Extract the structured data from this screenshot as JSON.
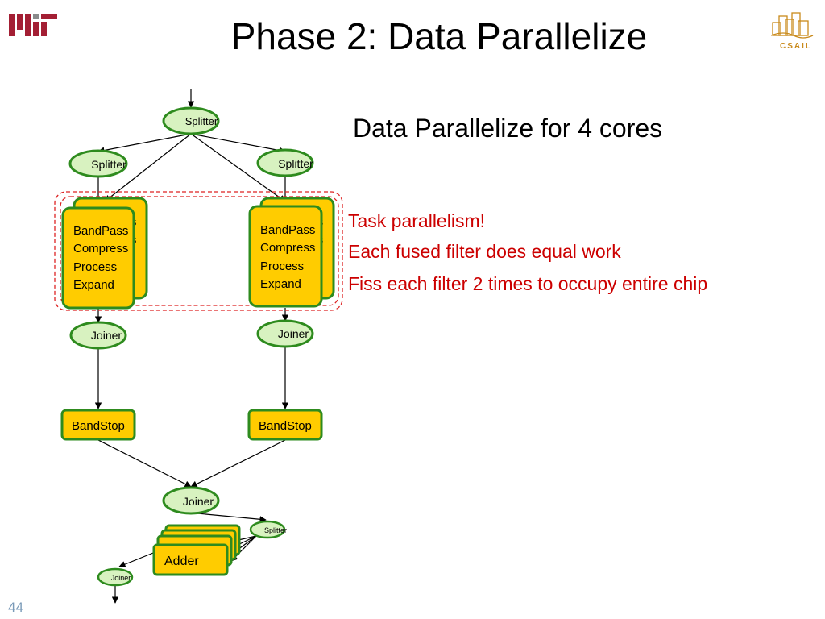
{
  "slide": {
    "title": "Phase 2: Data Parallelize",
    "subtitle": "Data Parallelize for 4 cores",
    "bullets": [
      "Task parallelism!",
      "Each fused filter does equal work",
      "Fiss each filter 2 times to occupy entire chip"
    ],
    "page_number": "44"
  },
  "logos": {
    "mit_icon": "mit-logo-icon",
    "csail_label": "CSAIL"
  },
  "diagram": {
    "top_splitter": "Splitter",
    "left_splitter": "Splitter",
    "right_splitter": "Splitter",
    "filter_lines": [
      "BandPass",
      "Compress",
      "Process",
      "Expand"
    ],
    "left_joiner": "Joiner",
    "right_joiner": "Joiner",
    "left_bandstop": "BandStop",
    "right_bandstop": "BandStop",
    "bottom_joiner": "Joiner",
    "small_splitter": "Splitter",
    "adder": "Adder",
    "small_joiner": "Joiner"
  },
  "colors": {
    "filter_fill": "#ffcc00",
    "filter_border": "#2e8b1e",
    "node_fill": "#d8f2c0",
    "node_border": "#2e8b1e",
    "highlight_dashes": "#dd2222",
    "bullet_text": "#cc0000",
    "mit_red": "#a31f34",
    "csail_gold": "#c98a1b"
  }
}
